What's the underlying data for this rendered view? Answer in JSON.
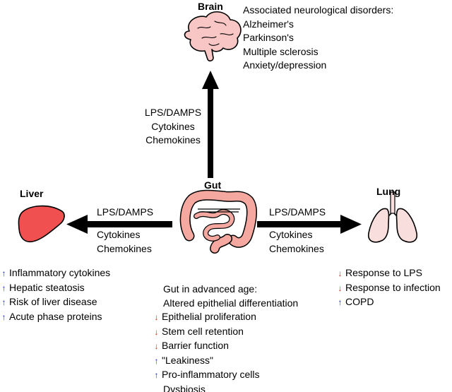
{
  "brain": {
    "title": "Brain",
    "disorders_heading": "Associated neurological disorders:",
    "disorders": [
      "Alzheimer's",
      "Parkinson's",
      "Multiple sclerosis",
      "Anxiety/depression"
    ],
    "signals": [
      "LPS/DAMPS",
      "Cytokines",
      "Chemokines"
    ]
  },
  "gut": {
    "title": "Gut",
    "heading": [
      "Gut in advanced age:",
      "Altered epithelial differentiation"
    ],
    "items": [
      {
        "dir": "down",
        "text": "Epithelial proliferation"
      },
      {
        "dir": "down",
        "text": "Stem cell retention"
      },
      {
        "dir": "down",
        "text": "Barrier function"
      },
      {
        "dir": "up",
        "text": "\"Leakiness\""
      },
      {
        "dir": "up",
        "text": "Pro-inflammatory cells"
      },
      {
        "dir": "none",
        "text": "Dysbiosis"
      }
    ]
  },
  "liver": {
    "title": "Liver",
    "signal_top": "LPS/DAMPS",
    "signal_bottom": [
      "Cytokines",
      "Chemokines"
    ],
    "items": [
      {
        "dir": "up",
        "text": "Inflammatory cytokines"
      },
      {
        "dir": "up",
        "text": "Hepatic steatosis"
      },
      {
        "dir": "up",
        "text": "Risk of liver disease"
      },
      {
        "dir": "up",
        "text": "Acute phase proteins"
      }
    ]
  },
  "lung": {
    "title": "Lung",
    "signal_top": "LPS/DAMPS",
    "signal_bottom": [
      "Cytokines",
      "Chemokines"
    ],
    "items": [
      {
        "dir": "down",
        "text": "Response to LPS"
      },
      {
        "dir": "down",
        "text": "Response to infection"
      },
      {
        "dir": "up",
        "text": "COPD"
      }
    ]
  },
  "colors": {
    "up_arrow": "#1a1aff",
    "down_arrow": "#e0201c",
    "liver_fill": "#f05050",
    "organ_pink": "#f8c6c4",
    "gut_pink": "#f5a8a0",
    "lung_fill": "#f9dede"
  },
  "icons": {
    "brain": "brain-icon",
    "gut": "intestine-icon",
    "liver": "liver-icon",
    "lung": "lungs-icon",
    "up": "up-arrow-icon",
    "down": "down-arrow-icon"
  }
}
